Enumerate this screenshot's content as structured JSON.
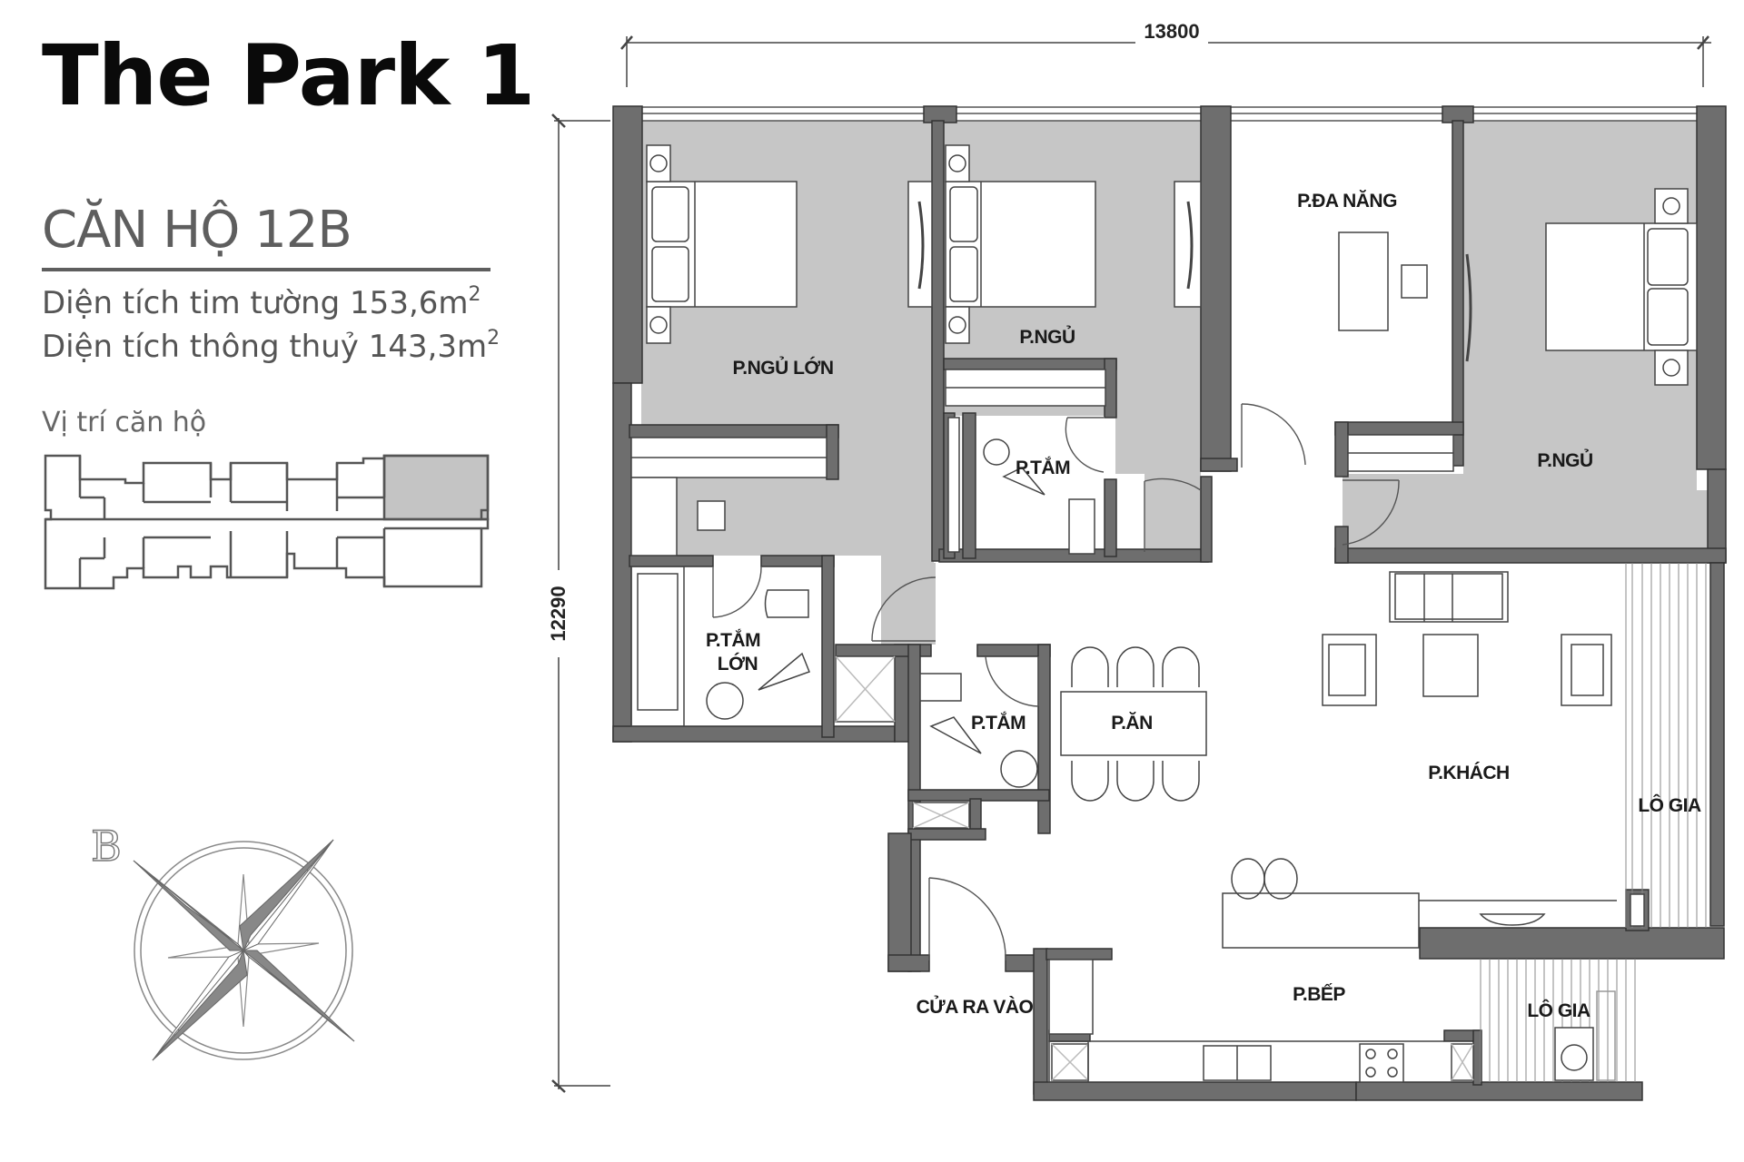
{
  "header": {
    "project_title": "The Park 1",
    "unit_title": "CĂN HỘ 12B",
    "area_gross_label": "Diện tích tim tường 153,6m",
    "area_gross_sup": "2",
    "area_net_label": "Diện tích thông thuỷ 143,3m",
    "area_net_sup": "2",
    "location_label": "Vị trí căn hộ"
  },
  "key_plan": {
    "highlighted_unit": "12B",
    "highlight_color": "#c4c4c4"
  },
  "compass": {
    "north_letter": "B",
    "icon": "compass-rose-icon"
  },
  "dimensions": {
    "width": "13800",
    "height": "12290"
  },
  "rooms": {
    "master_bedroom": "P.NGỦ LỚN",
    "bedroom_2": "P.NGỦ",
    "multipurpose": "P.ĐA NĂNG",
    "bedroom_3": "P.NGỦ",
    "bath_2": "P.TẮM",
    "master_bath_line1": "P.TẮM",
    "master_bath_line2": "LỚN",
    "bath_3": "P.TẮM",
    "dining": "P.ĂN",
    "living": "P.KHÁCH",
    "loggia_1": "LÔ GIA",
    "kitchen": "P.BẾP",
    "entrance": "CỬA RA VÀO",
    "loggia_2": "LÔ GIA"
  },
  "colors": {
    "wall": "#6e6e6e",
    "bedroom_fill": "#c6c6c6",
    "line": "#333333",
    "text": "#1a1a1a"
  }
}
